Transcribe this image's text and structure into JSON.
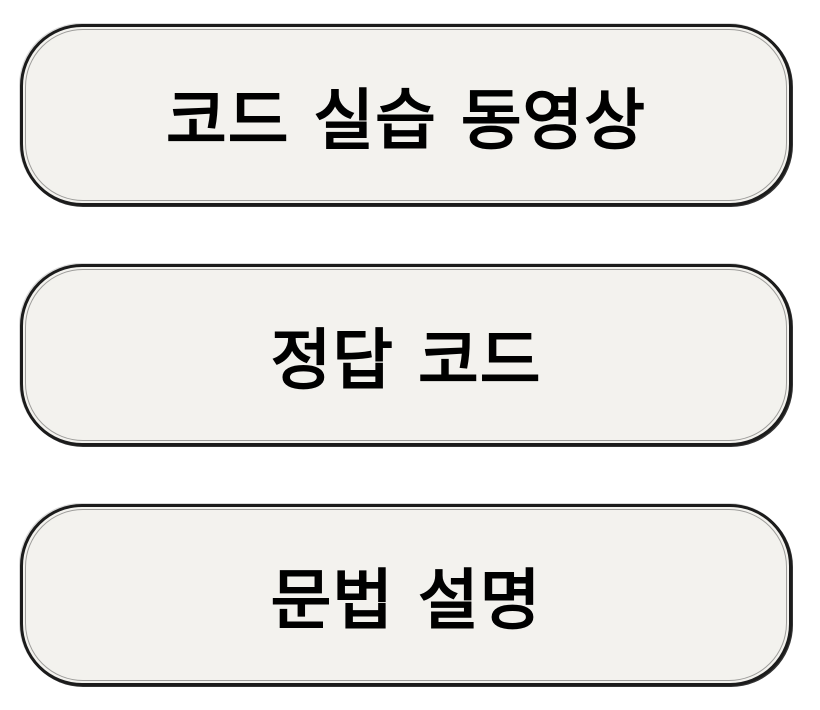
{
  "menu": {
    "buttons": [
      {
        "label": "코드 실습 동영상"
      },
      {
        "label": "정답 코드"
      },
      {
        "label": "문법 설명"
      }
    ]
  },
  "colors": {
    "button_background": "#f3f2ee",
    "button_border": "#1b1b1b",
    "text": "#000000",
    "page_background": "#ffffff"
  }
}
